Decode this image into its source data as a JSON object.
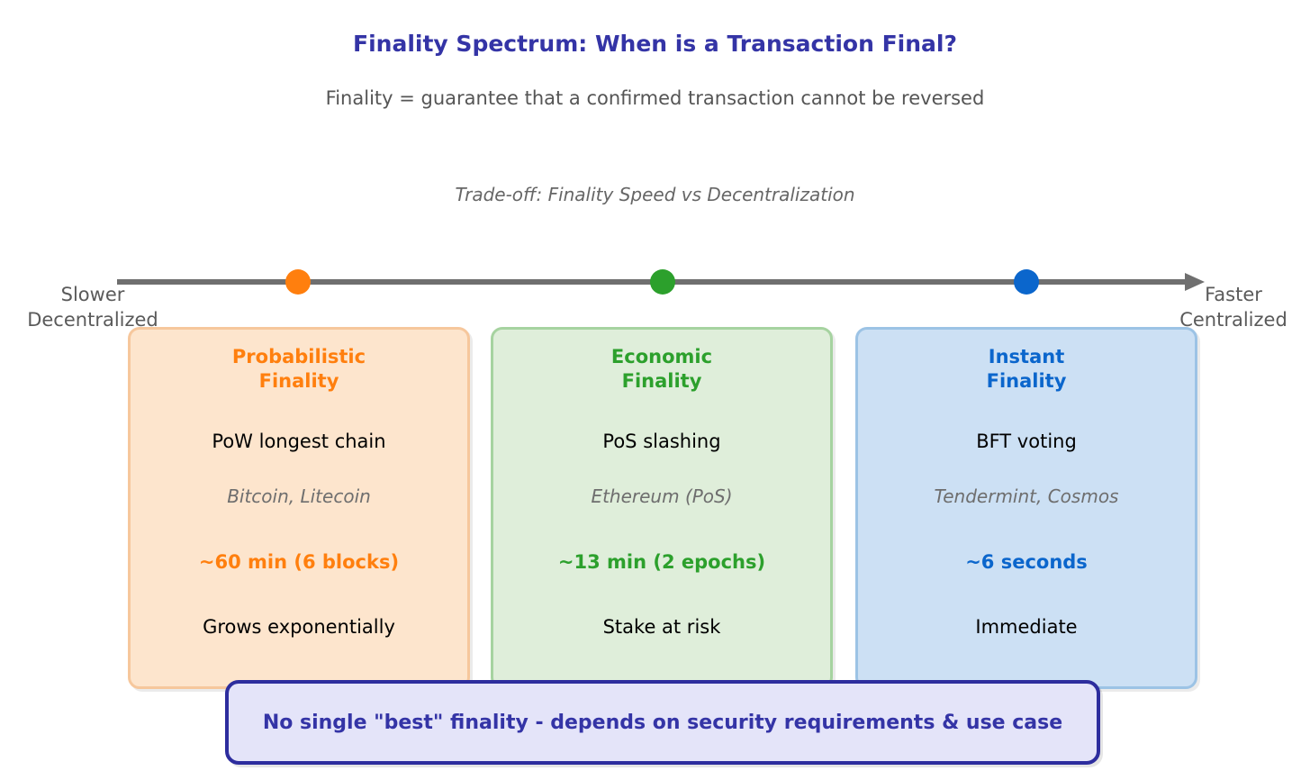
{
  "title": "Finality Spectrum: When is a Transaction Final?",
  "subtitle": "Finality = guarantee that a confirmed transaction cannot be reversed",
  "tradeoff_caption": "Trade-off: Finality Speed vs Decentralization",
  "spectrum": {
    "left_label_line1": "Slower",
    "left_label_line2": "Decentralized",
    "right_label_line1": "Faster",
    "right_label_line2": "Centralized",
    "line_color": "#6f6f6f",
    "dots": [
      {
        "name": "probabilistic-finality",
        "color": "#ff7f0e"
      },
      {
        "name": "economic-finality",
        "color": "#2ca02c"
      },
      {
        "name": "instant-finality",
        "color": "#0b66cc"
      }
    ]
  },
  "cards": [
    {
      "title_line1": "Probabilistic",
      "title_line2": "Finality",
      "mechanism": "PoW longest chain",
      "examples": "Bitcoin, Litecoin",
      "time": "~60 min (6 blocks)",
      "note": "Grows exponentially",
      "accent_color": "#ff7f0e",
      "background_color": "#fde5cd",
      "border_color": "#f6c79c"
    },
    {
      "title_line1": "Economic",
      "title_line2": "Finality",
      "mechanism": "PoS slashing",
      "examples": "Ethereum (PoS)",
      "time": "~13 min (2 epochs)",
      "note": "Stake at risk",
      "accent_color": "#2ca02c",
      "background_color": "#dfeeda",
      "border_color": "#a6d3a0"
    },
    {
      "title_line1": "Instant",
      "title_line2": "Finality",
      "mechanism": "BFT voting",
      "examples": "Tendermint, Cosmos",
      "time": "~6 seconds",
      "note": "Immediate",
      "accent_color": "#0b66cc",
      "background_color": "#cce0f4",
      "border_color": "#9cc3e5"
    }
  ],
  "footer": {
    "text": "No single \"best\" finality - depends on security requirements & use case",
    "background_color": "#e4e4f9",
    "border_color": "#2d2d9e",
    "text_color": "#3434a6"
  }
}
